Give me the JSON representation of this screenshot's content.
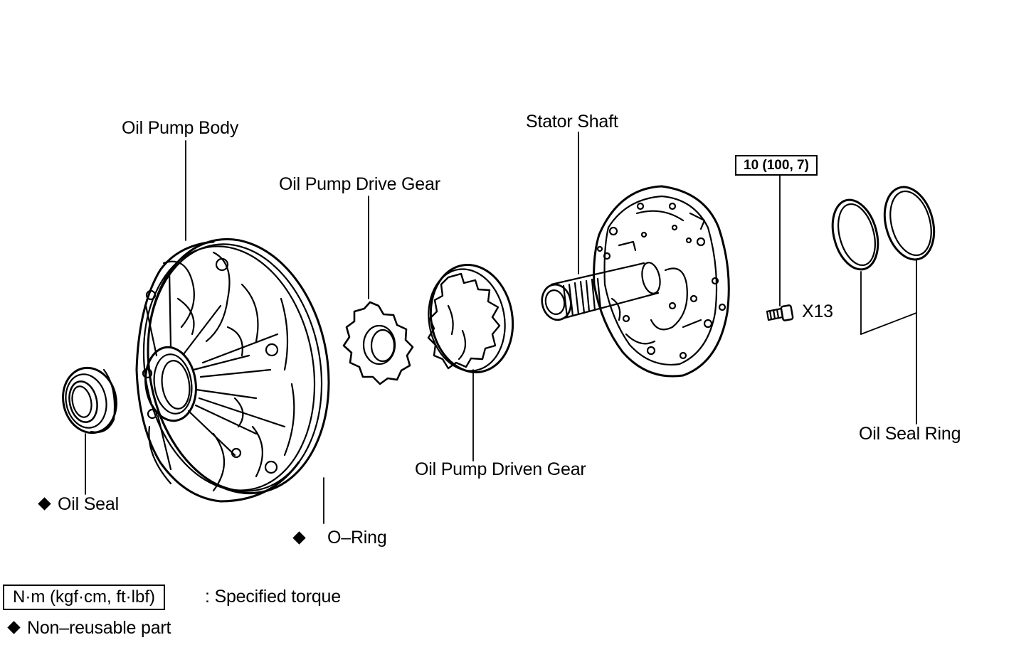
{
  "labels": {
    "oil_pump_body": "Oil Pump Body",
    "oil_pump_drive_gear": "Oil Pump Drive Gear",
    "stator_shaft": "Stator Shaft",
    "oil_pump_driven_gear": "Oil Pump Driven Gear",
    "oil_seal_ring": "Oil Seal Ring",
    "oil_seal": "Oil Seal",
    "o_ring": "O–Ring",
    "bolt_qty": "X13"
  },
  "torque_spec": "10 (100, 7)",
  "legend": {
    "torque_units": "N·m (kgf·cm, ft·lbf)",
    "torque_desc": ": Specified torque",
    "nonreusable": "Non–reusable part"
  },
  "icons": {
    "nonreusable_marker": "diamond-icon"
  }
}
